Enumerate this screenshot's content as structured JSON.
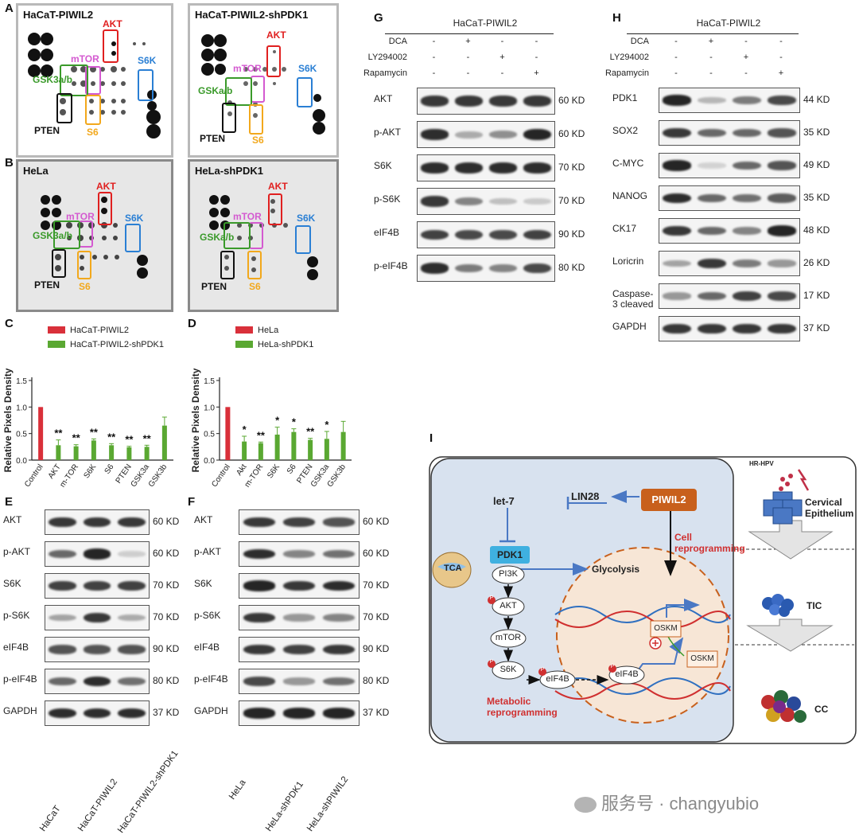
{
  "panel_A": {
    "letter": "A",
    "left_title": "HaCaT-PIWIL2",
    "right_title": "HaCaT-PIWIL2-shPDK1",
    "labels": {
      "akt": "AKT",
      "mtor": "mTOR",
      "gsk": "GSK3a/b",
      "gsk_alt": "GSKa/b",
      "s6k": "S6K",
      "pten": "PTEN",
      "s6": "S6"
    }
  },
  "panel_B": {
    "letter": "B",
    "left_title": "HeLa",
    "right_title": "HeLa-shPDK1",
    "labels": {
      "akt": "AKT",
      "mtor": "mTOR",
      "gsk": "GSK3a/b",
      "gsk_alt": "GSKa/b",
      "s6k": "S6K",
      "pten": "PTEN",
      "s6": "S6"
    }
  },
  "colors": {
    "red": "#d9303a",
    "green": "#5aa832",
    "akt_red": "#e02020",
    "mtor_pink": "#d45ad0",
    "gsk_green": "#3a9a2a",
    "s6k_blue": "#2a7fd4",
    "s6_orange": "#f2a81c",
    "brown": "#c8601c",
    "blue_arrow": "#4a78c4"
  },
  "chart_data": [
    {
      "letter": "C",
      "type": "bar",
      "ylabel": "Relative Pixels Density",
      "ylim": [
        0,
        1.5
      ],
      "yticks": [
        "0.0",
        "0.5",
        "1.0",
        "1.5"
      ],
      "categories": [
        "Control",
        "AKT",
        "m-TOR",
        "S6K",
        "S6",
        "PTEN",
        "GSK3a",
        "GSK3b"
      ],
      "series": [
        {
          "name": "HaCaT-PIWIL2",
          "values": [
            1.0,
            null,
            null,
            null,
            null,
            null,
            null,
            null
          ],
          "errors": [
            0,
            0,
            0,
            0,
            0,
            0,
            0,
            0
          ]
        },
        {
          "name": "HaCaT-PIWIL2-shPDK1",
          "values": [
            null,
            0.28,
            0.26,
            0.37,
            0.28,
            0.24,
            0.25,
            0.65
          ],
          "errors": [
            0,
            0.1,
            0.03,
            0.03,
            0.03,
            0.02,
            0.03,
            0.16
          ]
        }
      ],
      "significance": [
        "",
        "**",
        "**",
        "**",
        "**",
        "**",
        "**",
        ""
      ]
    },
    {
      "letter": "D",
      "type": "bar",
      "ylabel": "Relative Pixels Density",
      "ylim": [
        0,
        1.5
      ],
      "yticks": [
        "0.0",
        "0.5",
        "1.0",
        "1.5"
      ],
      "categories": [
        "Control",
        "Akt",
        "m-TOR",
        "S6K",
        "S6",
        "PTEN",
        "GSK3a",
        "GSK3b"
      ],
      "series": [
        {
          "name": "HeLa",
          "values": [
            1.0,
            null,
            null,
            null,
            null,
            null,
            null,
            null
          ],
          "errors": [
            0,
            0,
            0,
            0,
            0,
            0,
            0,
            0
          ]
        },
        {
          "name": "HeLa-shPDK1",
          "values": [
            null,
            0.35,
            0.32,
            0.48,
            0.53,
            0.38,
            0.4,
            0.53
          ],
          "errors": [
            0,
            0.1,
            0.02,
            0.14,
            0.06,
            0.03,
            0.14,
            0.2
          ]
        }
      ],
      "significance": [
        "",
        "*",
        "**",
        "*",
        "*",
        "**",
        "*",
        ""
      ]
    }
  ],
  "panel_E": {
    "letter": "E",
    "rows": [
      {
        "label": "AKT",
        "kd": "60 KD",
        "intensity": [
          0.85,
          0.85,
          0.85
        ]
      },
      {
        "label": "p-AKT",
        "kd": "60 KD",
        "intensity": [
          0.6,
          0.95,
          0.08
        ]
      },
      {
        "label": "S6K",
        "kd": "70 KD",
        "intensity": [
          0.8,
          0.8,
          0.8
        ]
      },
      {
        "label": "p-S6K",
        "kd": "70 KD",
        "intensity": [
          0.3,
          0.85,
          0.25
        ]
      },
      {
        "label": "eIF4B",
        "kd": "90 KD",
        "intensity": [
          0.7,
          0.7,
          0.7
        ]
      },
      {
        "label": "p-eIF4B",
        "kd": "80 KD",
        "intensity": [
          0.6,
          0.9,
          0.55
        ]
      },
      {
        "label": "GAPDH",
        "kd": "37 KD",
        "intensity": [
          0.9,
          0.9,
          0.9
        ]
      }
    ],
    "lanes": [
      "HaCaT",
      "HaCaT-PIWIL2",
      "HaCaT-PIWIL2-shPDK1"
    ]
  },
  "panel_F": {
    "letter": "F",
    "rows": [
      {
        "label": "AKT",
        "kd": "60 KD",
        "intensity": [
          0.85,
          0.8,
          0.7
        ]
      },
      {
        "label": "p-AKT",
        "kd": "60 KD",
        "intensity": [
          0.9,
          0.45,
          0.55
        ]
      },
      {
        "label": "S6K",
        "kd": "70 KD",
        "intensity": [
          0.95,
          0.85,
          0.9
        ]
      },
      {
        "label": "p-S6K",
        "kd": "70 KD",
        "intensity": [
          0.85,
          0.35,
          0.45
        ]
      },
      {
        "label": "eIF4B",
        "kd": "90 KD",
        "intensity": [
          0.85,
          0.8,
          0.85
        ]
      },
      {
        "label": "p-eIF4B",
        "kd": "80 KD",
        "intensity": [
          0.75,
          0.35,
          0.55
        ]
      },
      {
        "label": "GAPDH",
        "kd": "37 KD",
        "intensity": [
          0.95,
          0.95,
          0.95
        ]
      }
    ],
    "lanes": [
      "HeLa",
      "HeLa-shPDK1",
      "HeLa-shPIWIL2"
    ]
  },
  "panel_G": {
    "letter": "G",
    "title": "HaCaT-PIWIL2",
    "conditions": [
      {
        "name": "DCA",
        "signs": [
          "-",
          "+",
          "-",
          "-"
        ]
      },
      {
        "name": "LY294002",
        "signs": [
          "-",
          "-",
          "+",
          "-"
        ]
      },
      {
        "name": "Rapamycin",
        "signs": [
          "-",
          "-",
          "-",
          "+"
        ]
      }
    ],
    "rows": [
      {
        "label": "AKT",
        "kd": "60 KD",
        "intensity": [
          0.85,
          0.85,
          0.85,
          0.85
        ]
      },
      {
        "label": "p-AKT",
        "kd": "60 KD",
        "intensity": [
          0.9,
          0.25,
          0.4,
          0.95
        ]
      },
      {
        "label": "S6K",
        "kd": "70 KD",
        "intensity": [
          0.9,
          0.9,
          0.9,
          0.9
        ]
      },
      {
        "label": "p-S6K",
        "kd": "70 KD",
        "intensity": [
          0.85,
          0.45,
          0.15,
          0.1
        ]
      },
      {
        "label": "eIF4B",
        "kd": "90 KD",
        "intensity": [
          0.8,
          0.75,
          0.75,
          0.8
        ]
      },
      {
        "label": "p-eIF4B",
        "kd": "80 KD",
        "intensity": [
          0.9,
          0.5,
          0.45,
          0.75
        ]
      }
    ]
  },
  "panel_H": {
    "letter": "H",
    "title": "HaCaT-PIWIL2",
    "conditions": [
      {
        "name": "DCA",
        "signs": [
          "-",
          "+",
          "-",
          "-"
        ]
      },
      {
        "name": "LY294002",
        "signs": [
          "-",
          "-",
          "+",
          "-"
        ]
      },
      {
        "name": "Rapamycin",
        "signs": [
          "-",
          "-",
          "-",
          "+"
        ]
      }
    ],
    "rows": [
      {
        "label": "PDK1",
        "kd": "44 KD",
        "intensity": [
          0.95,
          0.2,
          0.5,
          0.75
        ]
      },
      {
        "label": "SOX2",
        "kd": "35 KD",
        "intensity": [
          0.85,
          0.6,
          0.6,
          0.7
        ]
      },
      {
        "label": "C-MYC",
        "kd": "49 KD",
        "intensity": [
          0.95,
          0.05,
          0.6,
          0.7
        ]
      },
      {
        "label": "NANOG",
        "kd": "35 KD",
        "intensity": [
          0.9,
          0.6,
          0.55,
          0.65
        ]
      },
      {
        "label": "CK17",
        "kd": "48 KD",
        "intensity": [
          0.85,
          0.6,
          0.45,
          0.95
        ]
      },
      {
        "label": "Loricrin",
        "kd": "26 KD",
        "intensity": [
          0.3,
          0.85,
          0.5,
          0.35
        ]
      },
      {
        "label": "Caspase-3 cleaved",
        "kd": "17 KD",
        "intensity": [
          0.35,
          0.6,
          0.8,
          0.75
        ]
      },
      {
        "label": "GAPDH",
        "kd": "37 KD",
        "intensity": [
          0.85,
          0.85,
          0.85,
          0.85
        ]
      }
    ]
  },
  "panel_I": {
    "letter": "I",
    "let7": "let-7",
    "lin28": "LIN28",
    "piwil2": "PIWIL2",
    "pdk1": "PDK1",
    "tca": "TCA",
    "glycolysis": "Glycolysis",
    "pi3k": "PI3K",
    "akt": "AKT",
    "mtor": "mTOR",
    "s6k": "S6K",
    "eif4b": "eIF4B",
    "p": "P",
    "metabolic": "Metabolic reprogramming",
    "cell_reprog": "Cell reprogramming",
    "oskm": "OSKM",
    "hr_hpv": "HR-HPV",
    "cervical": "Cervical Epithelium",
    "tic": "TIC",
    "cc": "CC"
  },
  "watermark": "服务号 · changyubio"
}
